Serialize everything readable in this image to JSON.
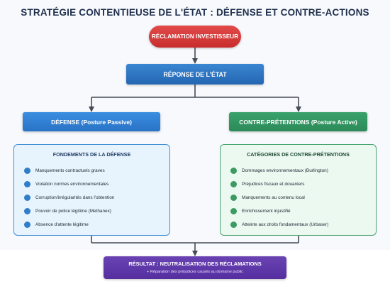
{
  "title": "STRATÉGIE CONTENTIEUSE DE L'ÉTAT : DÉFENSE ET CONTRE-ACTIONS",
  "claim": {
    "label": "RÉCLAMATION INVESTISSEUR"
  },
  "response": {
    "label": "RÉPONSE DE L'ÉTAT"
  },
  "defense": {
    "header": "DÉFENSE (Posture Passive)",
    "panel_title": "FONDEMENTS DE LA DÉFENSE",
    "items": [
      "Manquements contractuels graves",
      "Violation normes environnementales",
      "Corruption/irrégularités dans l'obtention",
      "Pouvoir de police légitime (Methanex)",
      "Absence d'attente légitime"
    ]
  },
  "counter": {
    "header": "CONTRE-PRÉTENTIONS (Posture Active)",
    "panel_title": "CATÉGORIES DE CONTRE-PRÉTENTIONS",
    "items": [
      "Dommages environnementaux (Burlington)",
      "Préjudices fiscaux et douaniers",
      "Manquements au contenu local",
      "Enrichissement injustifié",
      "Atteinte aux droits fondamentaux (Urbaser)"
    ]
  },
  "result": {
    "title": "RÉSULTAT : NEUTRALISATION DES RÉCLAMATIONS",
    "subtitle": "+ Réparation des préjudices causés au domaine public"
  },
  "colors": {
    "claim": "#d63a3a",
    "response": "#2e74c0",
    "defense": "#3180d2",
    "counter": "#33965f",
    "result": "#5f39aa",
    "connector": "#454c57"
  }
}
